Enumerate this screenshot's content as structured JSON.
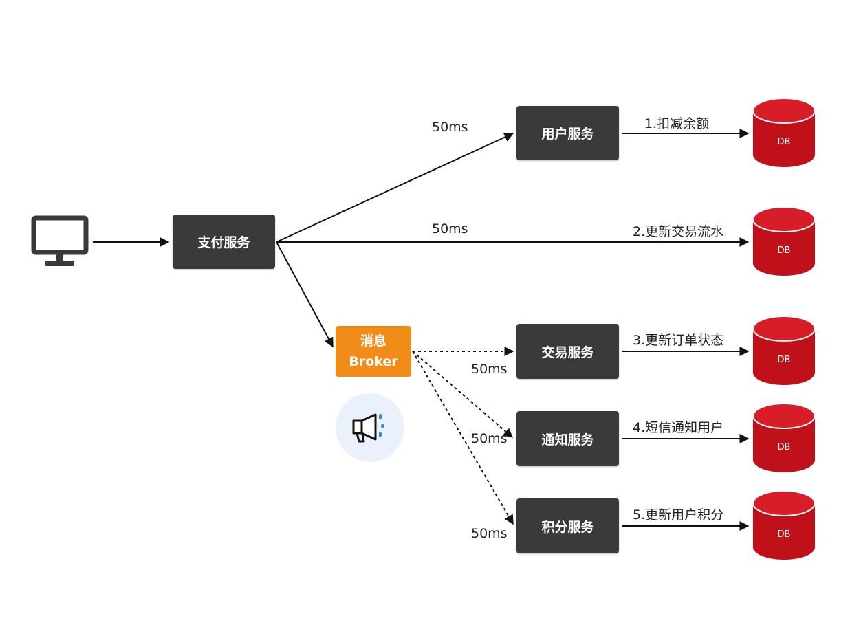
{
  "nodes": {
    "pay": "支付服务",
    "user": "用户服务",
    "trade": "交易服务",
    "notify": "通知服务",
    "points": "积分服务",
    "broker_line1": "消息",
    "broker_line2": "Broker"
  },
  "db_label": "DB",
  "latencies": {
    "user": "50ms",
    "pay_db": "50ms",
    "trade": "50ms",
    "notify": "50ms",
    "points": "50ms"
  },
  "steps": {
    "s1": "1.扣减余额",
    "s2": "2.更新交易流水",
    "s3": "3.更新订单状态",
    "s4": "4.短信通知用户",
    "s5": "5.更新用户积分"
  },
  "icons": {
    "client": "desktop-monitor-icon",
    "broker": "megaphone-icon"
  },
  "colors": {
    "service": "#3a3a3c",
    "broker": "#f28c18",
    "db": "#c0111a",
    "db_top": "#d71e28",
    "badge_bg": "#ebf1fb",
    "icon_blue": "#2f8ae8"
  }
}
